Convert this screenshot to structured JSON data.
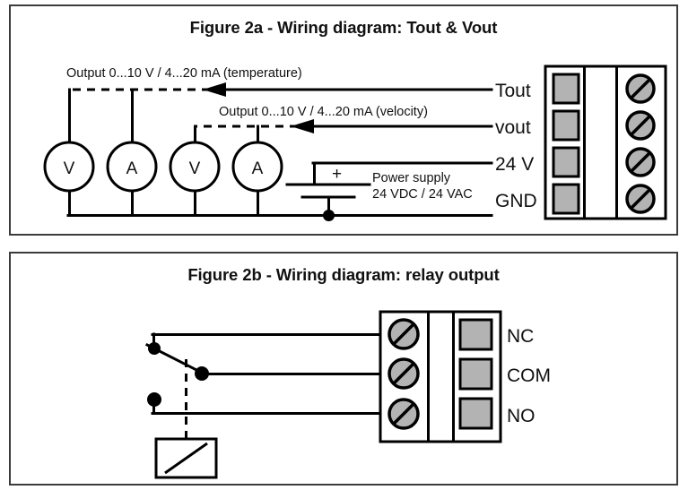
{
  "figures": [
    {
      "id": "2a",
      "title": "Figure 2a - Wiring diagram: Tout & Vout",
      "annotations": {
        "temperature_output": "Output 0...10 V / 4...20 mA (temperature)",
        "velocity_output": "Output 0...10 V / 4...20 mA (velocity)",
        "power_supply_line1": "Power supply",
        "power_supply_line2": "24 VDC / 24 VAC",
        "polarity_plus": "+"
      },
      "meters": [
        {
          "label": "V",
          "name": "voltmeter-temperature"
        },
        {
          "label": "A",
          "name": "ammeter-temperature"
        },
        {
          "label": "V",
          "name": "voltmeter-velocity"
        },
        {
          "label": "A",
          "name": "ammeter-velocity"
        }
      ],
      "terminals": [
        {
          "label": "Tout",
          "name": "terminal-tout"
        },
        {
          "label": "vout",
          "name": "terminal-vout"
        },
        {
          "label": "24 V",
          "name": "terminal-24v"
        },
        {
          "label": "GND",
          "name": "terminal-gnd"
        }
      ]
    },
    {
      "id": "2b",
      "title": "Figure 2b - Wiring diagram: relay output",
      "terminals": [
        {
          "label": "NC",
          "name": "terminal-nc"
        },
        {
          "label": "COM",
          "name": "terminal-com"
        },
        {
          "label": "NO",
          "name": "terminal-no"
        }
      ],
      "components": {
        "relay_coil": "relay-coil-symbol",
        "switch": "relay-switch-contact"
      }
    }
  ],
  "colors": {
    "panel_border": "#3c3c3c",
    "wire": "#000000",
    "terminal_pad": "#b3b3b3",
    "text": "#111111",
    "background": "#ffffff"
  }
}
